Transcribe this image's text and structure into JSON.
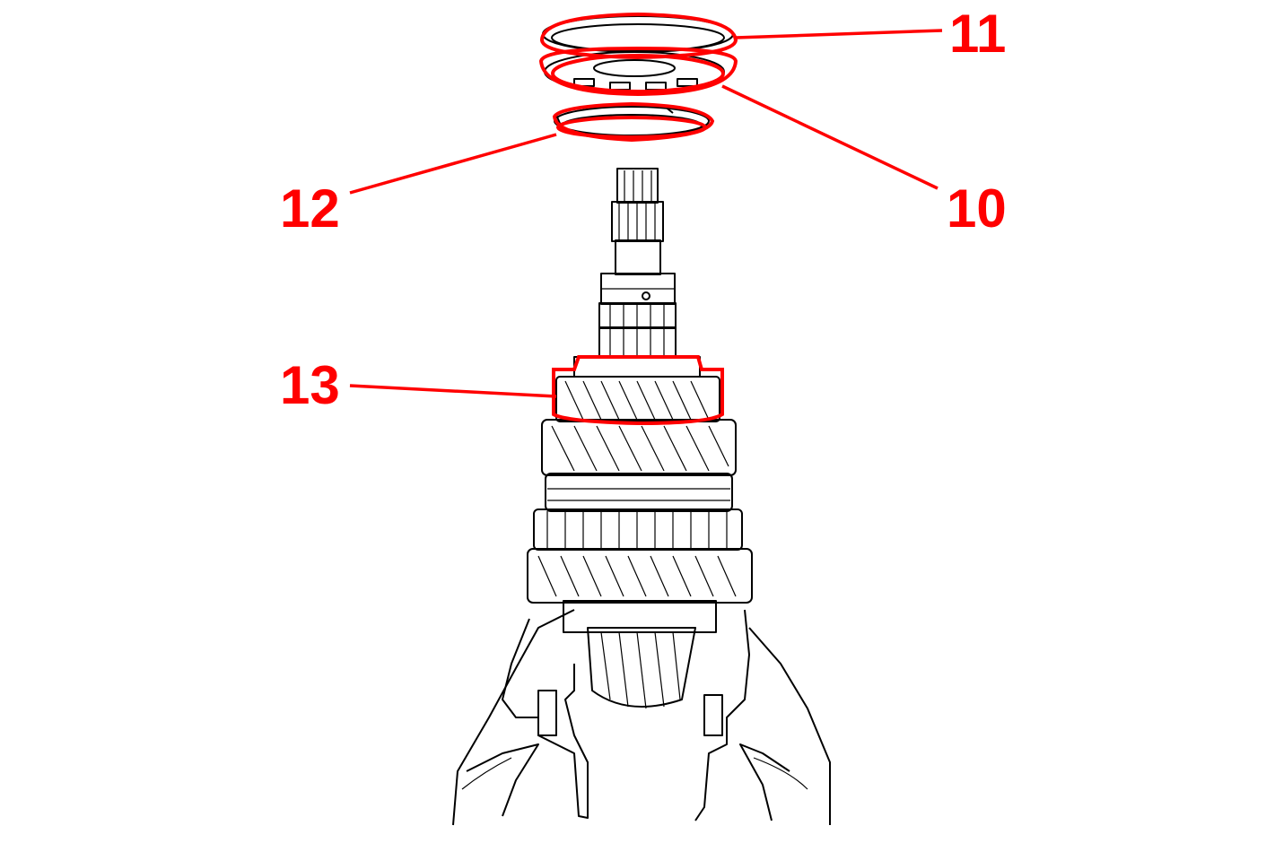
{
  "colors": {
    "background": "#ffffff",
    "ink": "#000000",
    "highlight": "#ff0000"
  },
  "callouts": [
    {
      "id": "11",
      "label": "11",
      "part": "outer-race-ring"
    },
    {
      "id": "10",
      "label": "10",
      "part": "bearing-cage"
    },
    {
      "id": "12",
      "label": "12",
      "part": "snap-ring"
    },
    {
      "id": "13",
      "label": "13",
      "part": "helical-gear"
    }
  ]
}
